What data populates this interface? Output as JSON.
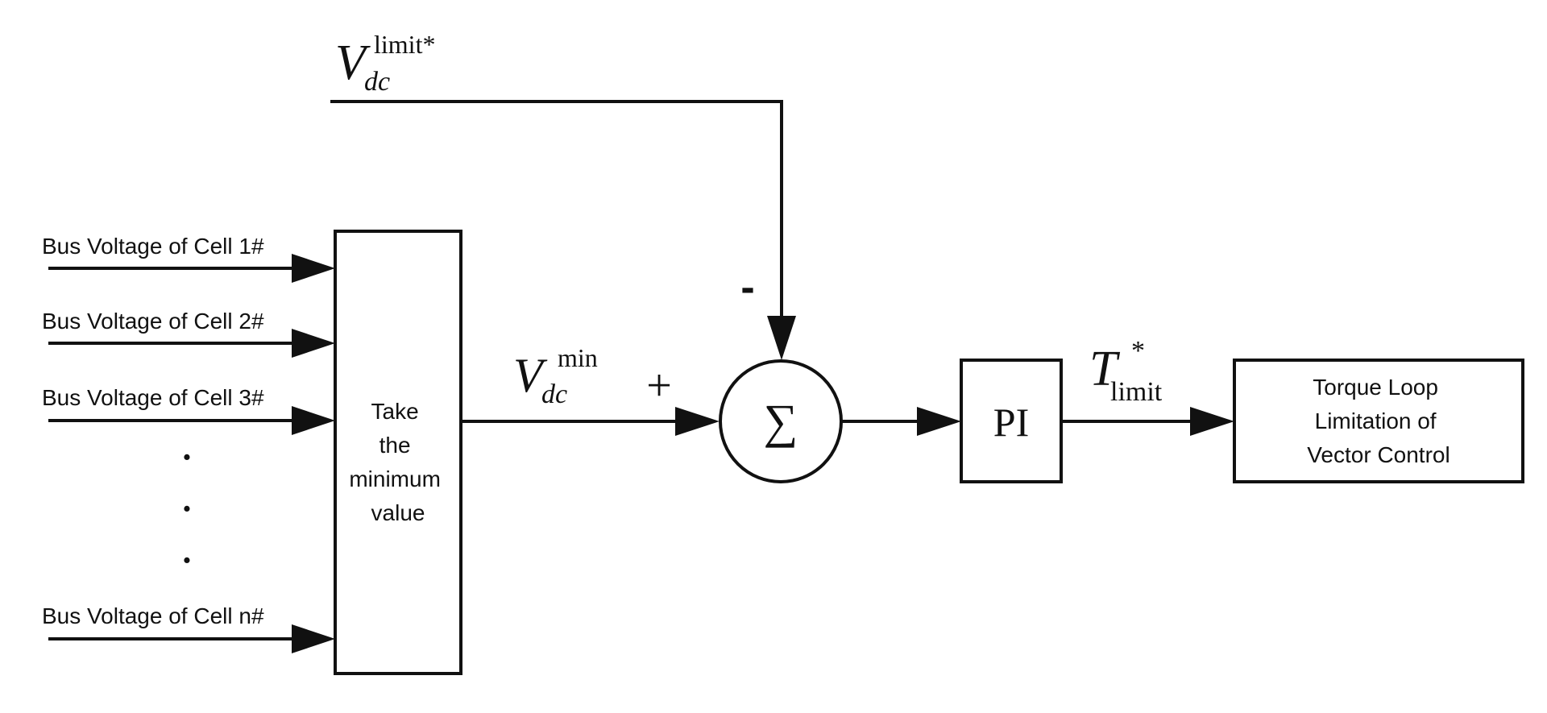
{
  "inputs": [
    "Bus Voltage of Cell 1#",
    "Bus Voltage of Cell 2#",
    "Bus Voltage of Cell 3#",
    "Bus Voltage of Cell n#"
  ],
  "ellipsis_dot": "·",
  "min_block": [
    "Take",
    "the",
    "minimum",
    "value"
  ],
  "vlimit": {
    "base": "V",
    "sub": "dc",
    "sup": "limit*"
  },
  "vmin": {
    "base": "V",
    "sub": "dc",
    "sup": "min"
  },
  "plus_sign": "+",
  "minus_sign": "-",
  "sum_symbol": "∑",
  "pi_label": "PI",
  "tlimit": {
    "base": "T",
    "sub": "limit",
    "sup": "*"
  },
  "output_block": [
    "Torque Loop",
    "Limitation of",
    "Vector Control"
  ]
}
